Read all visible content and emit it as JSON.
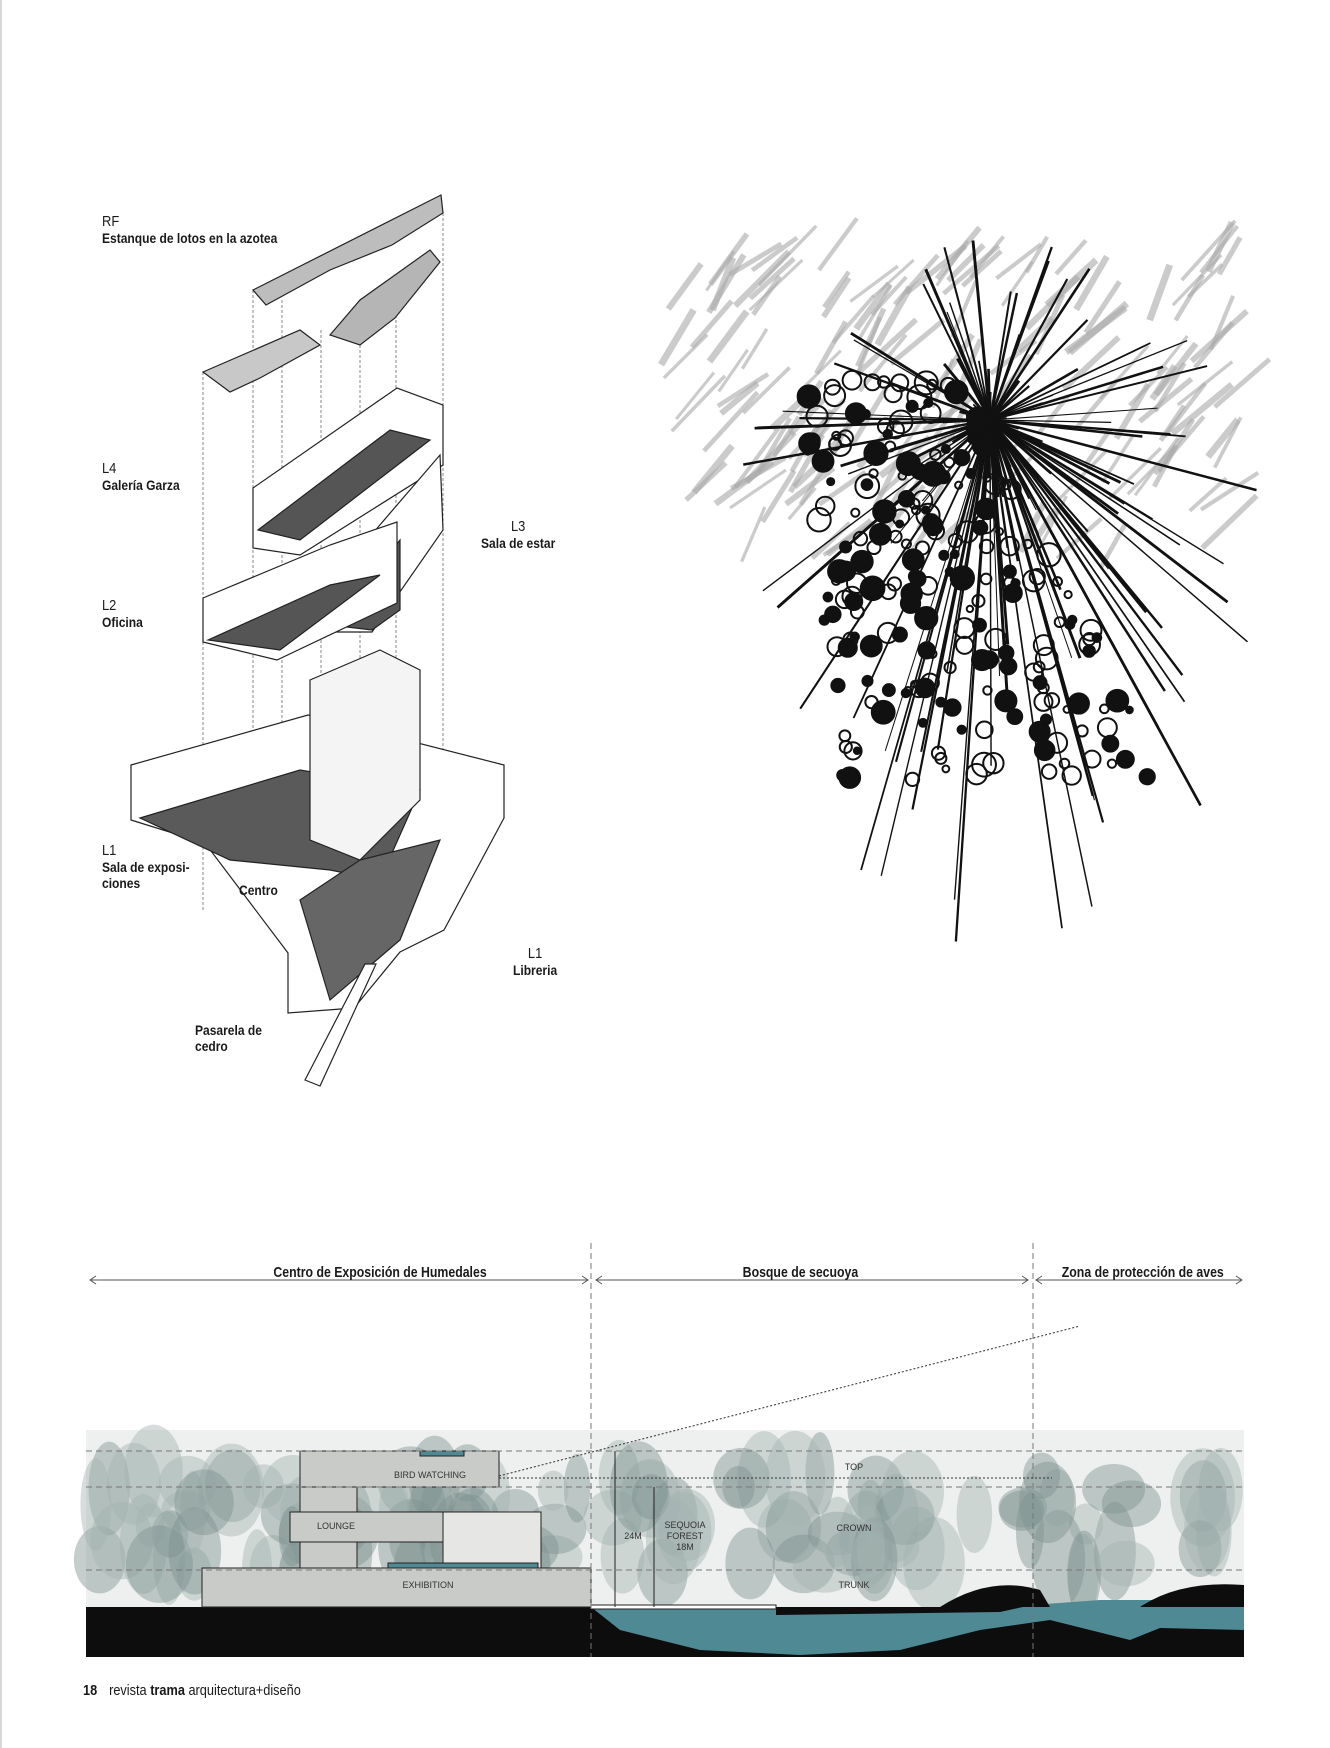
{
  "axonometric": {
    "labels": [
      {
        "level": "RF",
        "name": "Estanque de lotos en la azotea"
      },
      {
        "level": "L4",
        "name": "Galería Garza"
      },
      {
        "level": "L3",
        "name": "Sala de estar"
      },
      {
        "level": "L2",
        "name": "Oficina"
      },
      {
        "level": "L1",
        "name": "Sala de exposi-\nciones"
      },
      {
        "level": "",
        "name": "Centro"
      },
      {
        "level": "L1",
        "name": "Libreria"
      },
      {
        "level": "",
        "name": "Pasarela de\ncedro"
      }
    ]
  },
  "section": {
    "zones": [
      "Centro de Exposición de Humedales",
      "Bosque de secuoya",
      "Zona de protección de aves"
    ],
    "rooms": {
      "bird": "BIRD WATCHING",
      "lounge": "LOUNGE",
      "exhibition": "EXHIBITION"
    },
    "strata": {
      "top": "TOP",
      "crown": "CROWN",
      "trunk": "TRUNK"
    },
    "dimensions": {
      "total": "24M",
      "forest_1": "SEQUOIA",
      "forest_2": "FOREST",
      "forest_3": "18M"
    },
    "colors": {
      "water": "#4f8a94",
      "ground": "#0d0d0d",
      "building": "#c9cbc9"
    }
  },
  "footer": {
    "page": "18",
    "pre": "revista ",
    "brand": "trama",
    "post": " arquitectura+diseño"
  }
}
